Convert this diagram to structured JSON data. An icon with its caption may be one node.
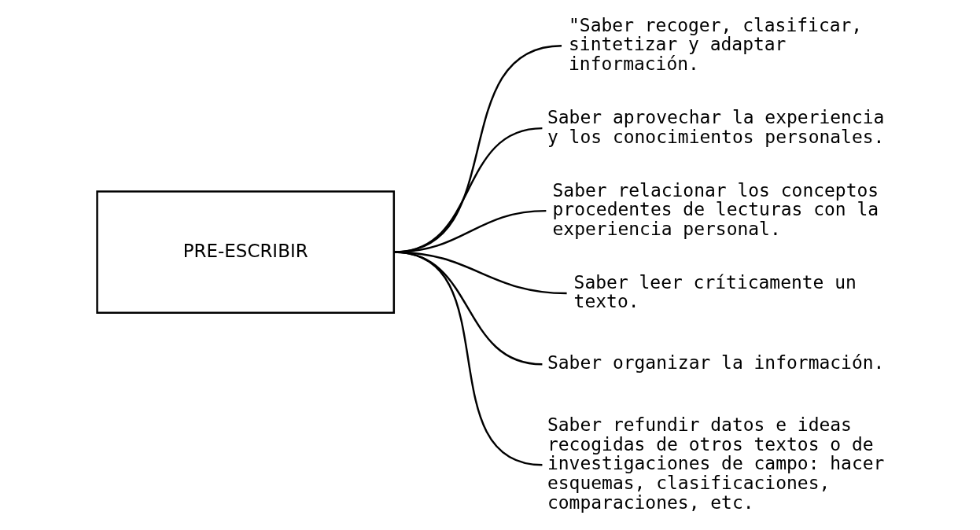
{
  "diagram": {
    "nodes": [
      {
        "text": [
          "PRE-ESCRIBIR"
        ]
      },
      {
        "text": [
          "\"Saber recoger, clasificar, sintetizar y adaptar información."
        ]
      },
      {
        "text": [
          "Saber aprovechar la experiencia y los conocimientos personales."
        ]
      },
      {
        "text": [
          "Saber relacionar los conceptos procedentes de lecturas con la experiencia personal."
        ]
      },
      {
        "text": [
          "Saber leer críticamente un texto."
        ]
      },
      {
        "text": [
          "Saber organizar la información."
        ]
      },
      {
        "text": [
          "Saber refundir datos e ideas recogidas de otros textos o de investigaciones de campo: hacer esquemas, clasificaciones, comparaciones, etc."
        ]
      }
    ],
    "edges": [
      {
        "from": 0,
        "to": 1,
        "arrow": "none"
      },
      {
        "from": 0,
        "to": 2,
        "arrow": "none"
      },
      {
        "from": 0,
        "to": 3,
        "arrow": "none"
      },
      {
        "from": 0,
        "to": 4,
        "arrow": "none"
      },
      {
        "from": 0,
        "to": 5,
        "arrow": "none"
      },
      {
        "from": 0,
        "to": 6,
        "arrow": "none"
      }
    ]
  }
}
